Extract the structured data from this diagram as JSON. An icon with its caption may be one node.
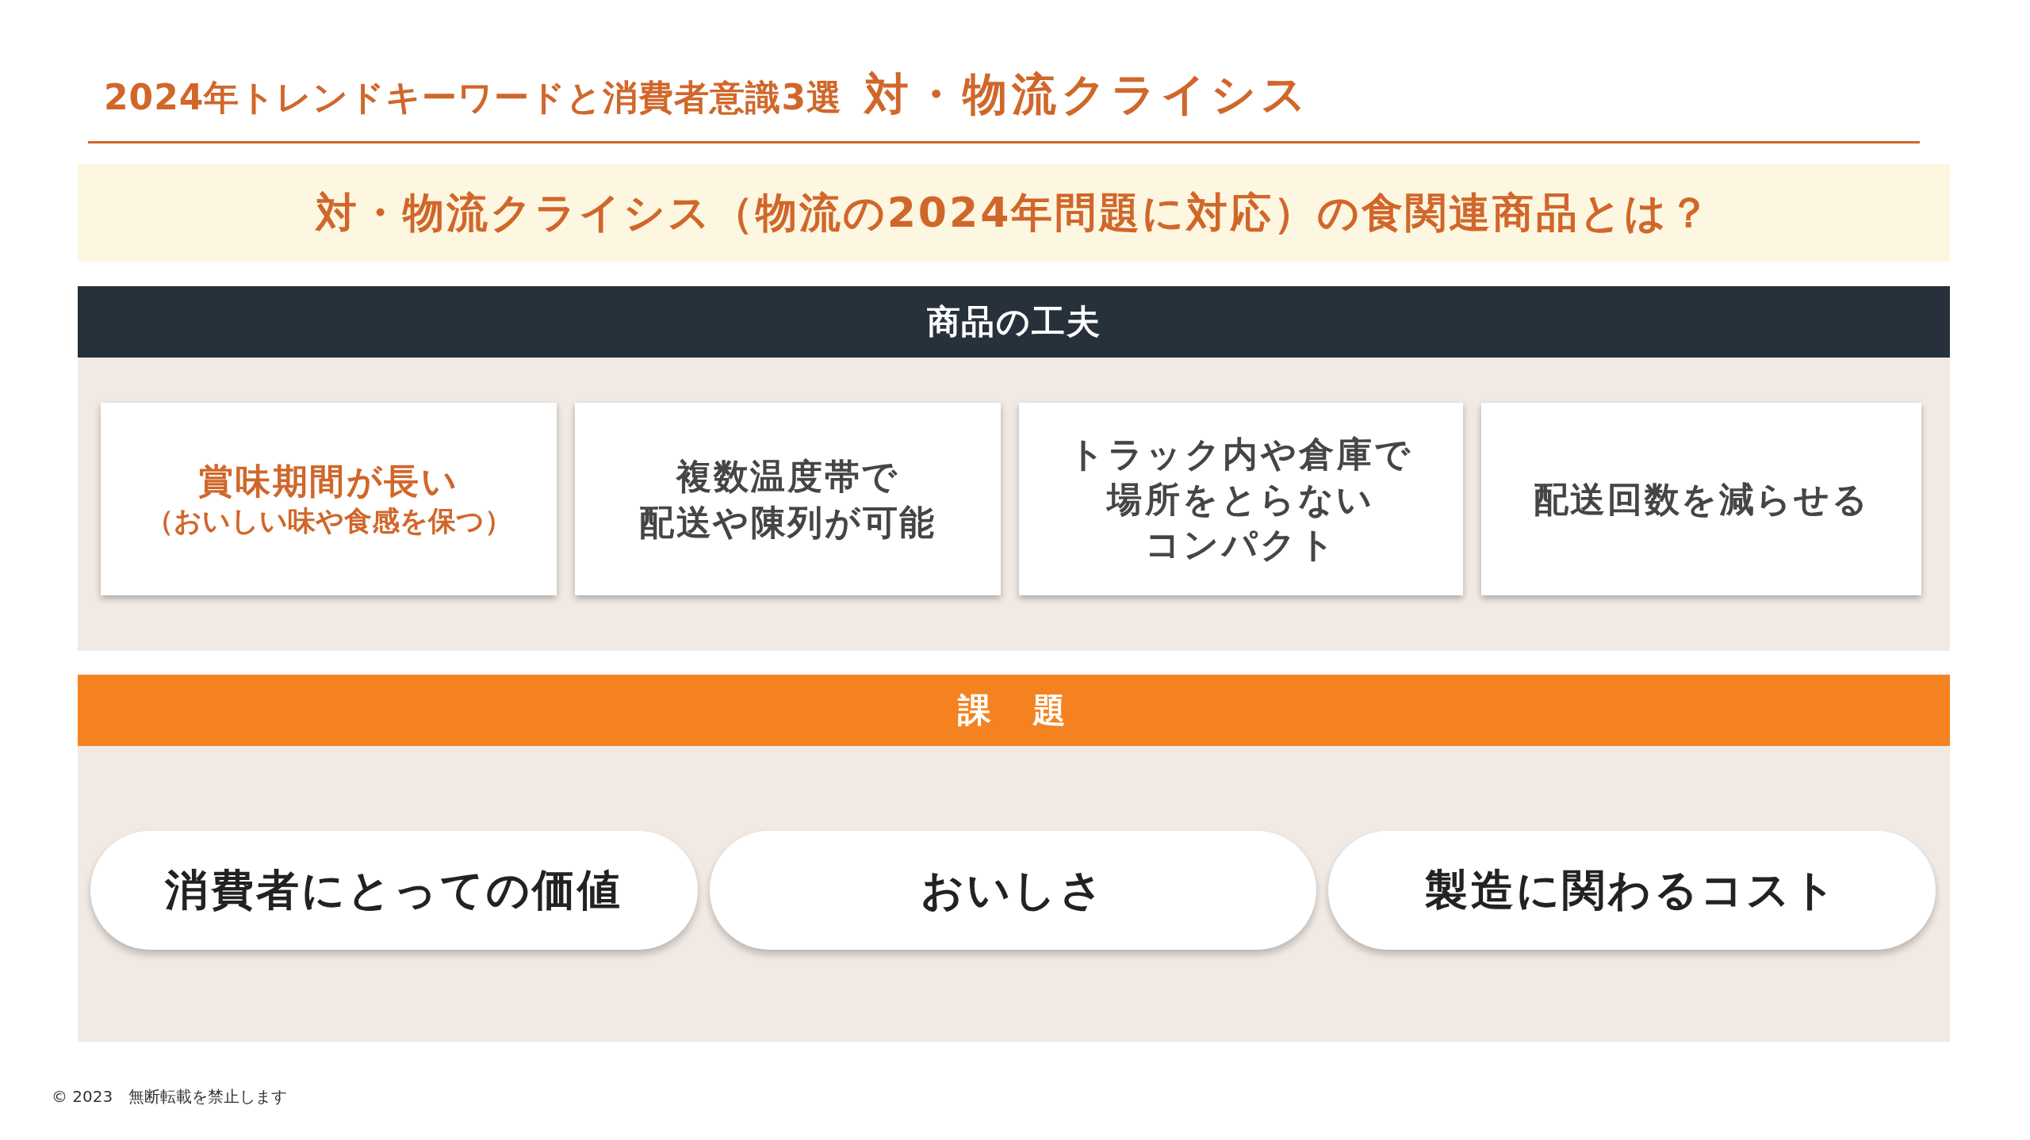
{
  "diagram": {
    "title": "2024年トレンドキーワードと消費者意識3選",
    "nodes": [
      {
        "text": [
          "対・物流クライシス（物流の2024年問題に対応）の食関連商品とは？"
        ]
      },
      {
        "text": [
          "商品の工夫"
        ]
      },
      {
        "text": [
          "賞味期間が長い",
          "（おいしい味や食感を保つ）"
        ],
        "in": 1
      },
      {
        "text": [
          "複数温度帯で配送や陳列が可能"
        ],
        "in": 1
      },
      {
        "text": [
          "トラック内や倉庫で場所をとらないコンパクト"
        ],
        "in": 1
      },
      {
        "text": [
          "配送回数を減らせる"
        ],
        "in": 1
      },
      {
        "text": [
          "課　題"
        ]
      },
      {
        "text": [
          "消費者にとっての価値"
        ],
        "in": 6
      },
      {
        "text": [
          "おいしさ"
        ],
        "in": 6
      },
      {
        "text": [
          "製造に関わるコスト"
        ],
        "in": 6
      }
    ],
    "labels": [
      "対・物流クライシス",
      "© 2023　無断転載を禁止します"
    ]
  }
}
